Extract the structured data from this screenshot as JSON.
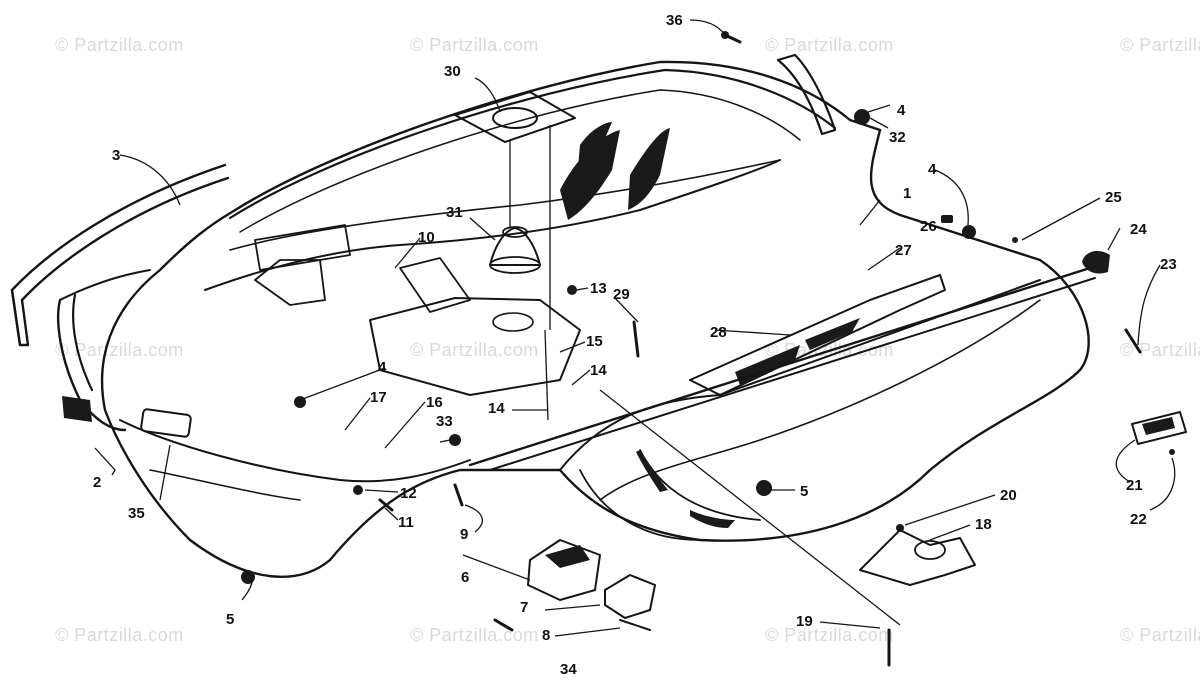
{
  "watermark": "© Partzilla.com",
  "callouts": [
    "1",
    "2",
    "3",
    "4",
    "4",
    "4",
    "5",
    "5",
    "6",
    "7",
    "8",
    "9",
    "10",
    "11",
    "12",
    "13",
    "14",
    "14",
    "15",
    "16",
    "17",
    "18",
    "19",
    "20",
    "21",
    "22",
    "23",
    "24",
    "25",
    "26",
    "27",
    "28",
    "29",
    "30",
    "31",
    "32",
    "33",
    "34",
    "35",
    "36"
  ]
}
